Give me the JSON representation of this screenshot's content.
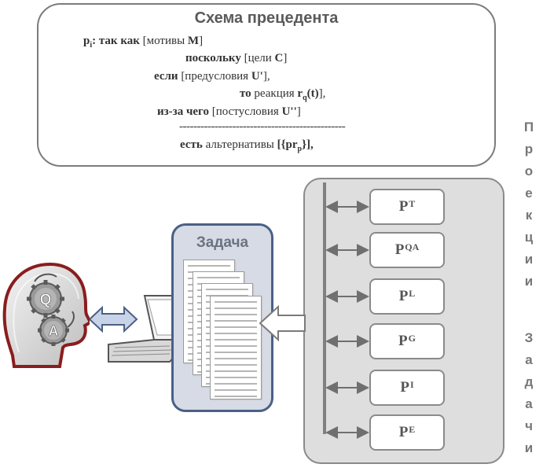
{
  "scheme": {
    "title": "Схема прецедента",
    "l1_a": "p",
    "l1_sub": "i",
    "l1_b": ": так как",
    "l1_c": " [мотивы  ",
    "l1_d": "M",
    "l1_e": "]",
    "l2_a": "поскольку",
    "l2_b": "  [цели  ",
    "l2_c": "C",
    "l2_d": "]",
    "l3_a": "если",
    "l3_b": " [предусловия ",
    "l3_c": "U'",
    "l3_d": "],",
    "l4_a": "то",
    "l4_b": " реакция ",
    "l4_c": "r",
    "l4_sub": "q",
    "l4_d": "(t)",
    "l4_e": "],",
    "l5_a": "из-за чего",
    "l5_b": " [постусловия ",
    "l5_c": "U''",
    "l5_d": "]",
    "dashes": "-----------------------------------------------",
    "l7_a": "есть",
    "l7_b": " альтернативы ",
    "l7_c": "[{pr",
    "l7_sub": "p",
    "l7_d": "}],"
  },
  "task": {
    "title": "Задача"
  },
  "projections": [
    {
      "base": "P",
      "sup": "T"
    },
    {
      "base": "P",
      "sup": "QA"
    },
    {
      "base": "P",
      "sup": "L"
    },
    {
      "base": "P",
      "sup": "G"
    },
    {
      "base": "P",
      "sup": "I"
    },
    {
      "base": "P",
      "sup": "E"
    }
  ],
  "vertical_caption": {
    "letters": [
      "П",
      "р",
      "о",
      "е",
      "к",
      "ц",
      "и",
      "и",
      "",
      "З",
      "а",
      "д",
      "а",
      "ч",
      "и"
    ]
  },
  "head": {
    "q_letter": "Q",
    "a_letter": "A"
  },
  "colors": {
    "task_border": "#4a6085",
    "task_fill": "#d6dbe6",
    "panel_fill": "#dedede",
    "arrow_fill": "#c9d3e8"
  }
}
